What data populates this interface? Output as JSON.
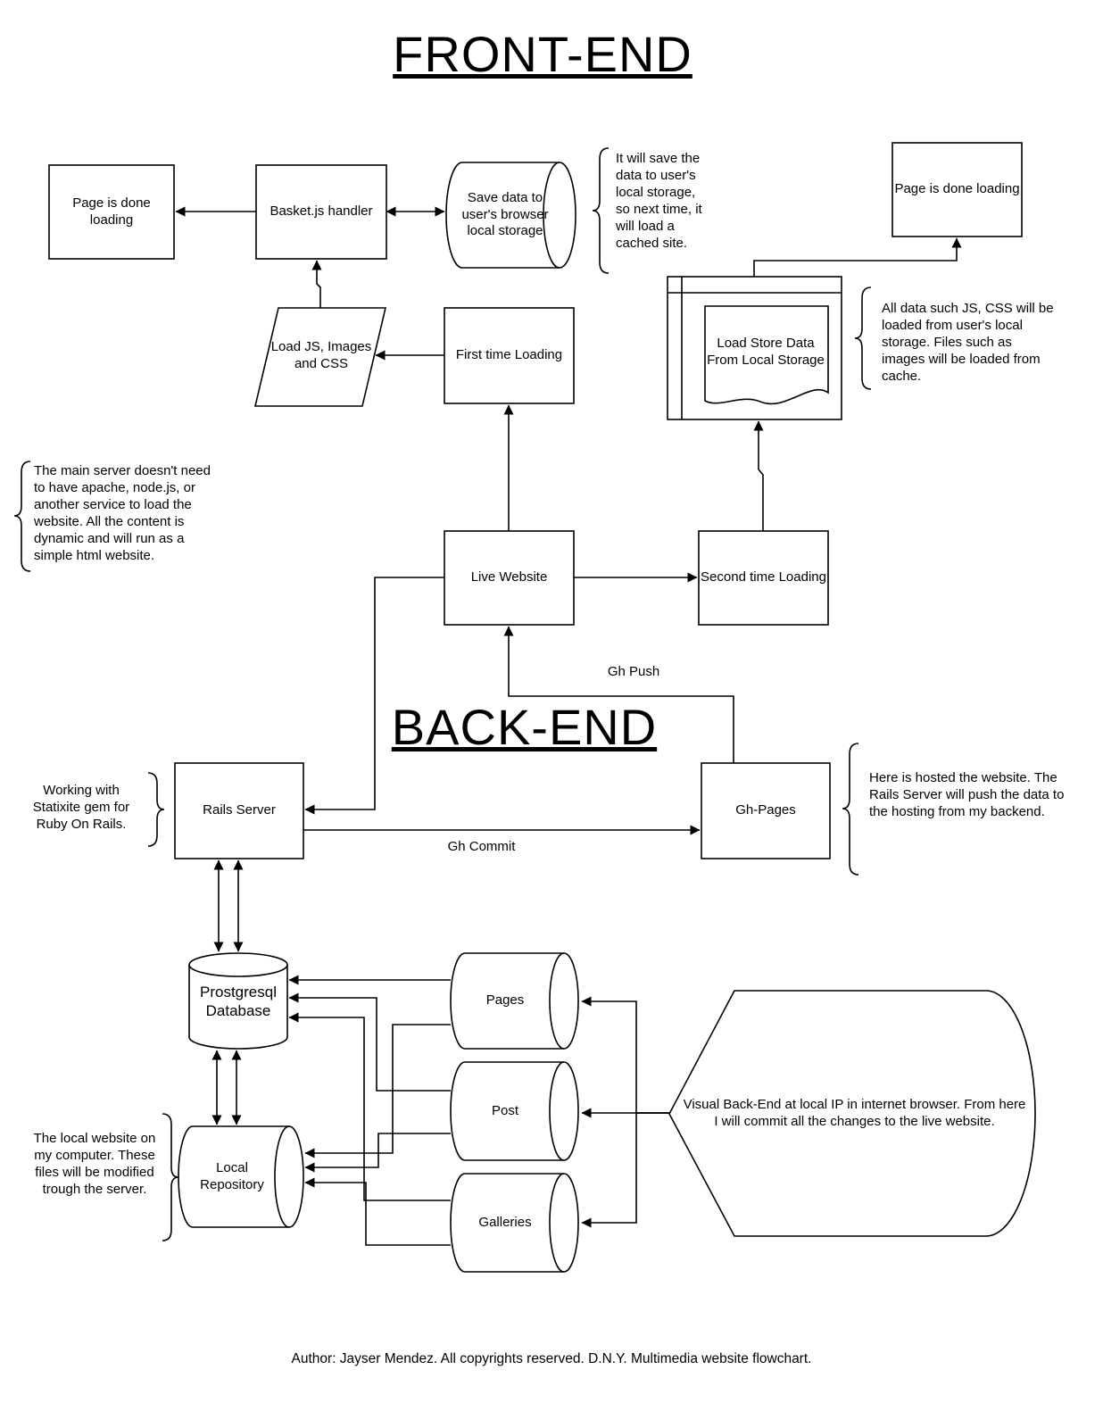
{
  "titles": {
    "front_end": "FRONT-END",
    "back_end": "BACK-END"
  },
  "nodes": {
    "page_done_left": "Page is done loading",
    "basket_handler": "Basket.js handler",
    "save_data": "Save data to user's browser local storage",
    "page_done_right": "Page is done loading",
    "load_js": "Load JS, Images and CSS",
    "first_time": "First time Loading",
    "load_store": "Load Store Data From Local Storage",
    "live_website": "Live Website",
    "second_time": "Second time Loading",
    "rails_server": "Rails Server",
    "gh_pages": "Gh-Pages",
    "database": "Prostgresql Database",
    "pages": "Pages",
    "post": "Post",
    "galleries": "Galleries",
    "local_repo": "Local Repository",
    "visual_backend": "Visual Back-End at local IP in internet browser. From here I will commit all the changes to the live website."
  },
  "edge_labels": {
    "gh_push": "Gh Push",
    "gh_commit": "Gh Commit"
  },
  "notes": {
    "save_note": "It will save the data to user's local storage, so next time, it will load a cached site.",
    "cache_note": "All data such JS, CSS will be loaded from user's local storage. Files such as images will be loaded from cache.",
    "server_note": "The main server doesn't need to have apache, node.js, or another service to load the website. All the content is dynamic and will run as a simple html website.",
    "statixite_note": "Working with Statixite gem for Ruby On Rails.",
    "ghpages_note": "Here is hosted the website. The Rails Server will push the data to the hosting from my backend.",
    "local_note": "The local website on my computer. These files will be modified trough the server."
  },
  "footer": "Author: Jayser Mendez. All copyrights reserved. D.N.Y. Multimedia website flowchart.",
  "colors": {
    "stroke": "#000000",
    "background": "#ffffff"
  }
}
